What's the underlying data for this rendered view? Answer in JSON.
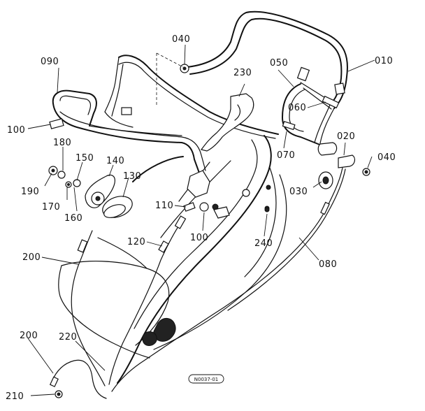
{
  "diagram": {
    "reference_code": "N0037-01",
    "labels": [
      {
        "id": "010",
        "text": "010"
      },
      {
        "id": "020",
        "text": "020"
      },
      {
        "id": "030",
        "text": "030"
      },
      {
        "id": "040a",
        "text": "040"
      },
      {
        "id": "040b",
        "text": "040"
      },
      {
        "id": "050",
        "text": "050"
      },
      {
        "id": "060",
        "text": "060"
      },
      {
        "id": "070",
        "text": "070"
      },
      {
        "id": "080",
        "text": "080"
      },
      {
        "id": "090",
        "text": "090"
      },
      {
        "id": "100a",
        "text": "100"
      },
      {
        "id": "100b",
        "text": "100"
      },
      {
        "id": "110",
        "text": "110"
      },
      {
        "id": "120",
        "text": "120"
      },
      {
        "id": "130",
        "text": "130"
      },
      {
        "id": "140",
        "text": "140"
      },
      {
        "id": "150",
        "text": "150"
      },
      {
        "id": "160",
        "text": "160"
      },
      {
        "id": "170",
        "text": "170"
      },
      {
        "id": "180",
        "text": "180"
      },
      {
        "id": "190",
        "text": "190"
      },
      {
        "id": "200a",
        "text": "200"
      },
      {
        "id": "200b",
        "text": "200"
      },
      {
        "id": "210",
        "text": "210"
      },
      {
        "id": "220",
        "text": "220"
      },
      {
        "id": "230",
        "text": "230"
      },
      {
        "id": "240",
        "text": "240"
      }
    ]
  }
}
